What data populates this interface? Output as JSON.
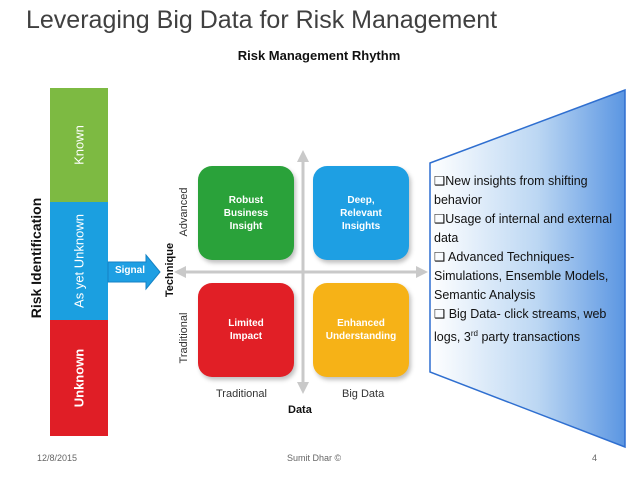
{
  "header": {
    "title": "Leveraging Big Data for Risk Management",
    "subtitle": "Risk Management Rhythm"
  },
  "risk_identification": {
    "label": "Risk Identification",
    "segments": [
      {
        "label": "Known",
        "color": "#7dba42"
      },
      {
        "label": "As yet Unknown",
        "color": "#1b9fe0"
      },
      {
        "label": "Unknown",
        "color": "#e01e26"
      }
    ],
    "signal_label": "Signal"
  },
  "matrix": {
    "y_axis_label": "Technique",
    "x_axis_label": "Data",
    "y_ticks": [
      "Advanced",
      "Traditional"
    ],
    "x_ticks": [
      "Traditional",
      "Big Data"
    ],
    "quadrants": [
      {
        "label": "Robust\nBusiness\nInsight",
        "color": "#2aa23a"
      },
      {
        "label": "Deep,\nRelevant\nInsights",
        "color": "#1e9fe3"
      },
      {
        "label": "Limited\nImpact",
        "color": "#e11f26"
      },
      {
        "label": "Enhanced\nUnderstanding",
        "color": "#f6b217"
      }
    ]
  },
  "outcomes": {
    "bullets": [
      "New insights from shifting behavior",
      "Usage of internal and external data",
      " Advanced Techniques- Simulations, Ensemble Models, Semantic Analysis",
      " Big Data- click streams, web logs, 3rd party transactions"
    ]
  },
  "footer": {
    "date": "12/8/2015",
    "author": "Sumit Dhar ©",
    "page": "4"
  }
}
